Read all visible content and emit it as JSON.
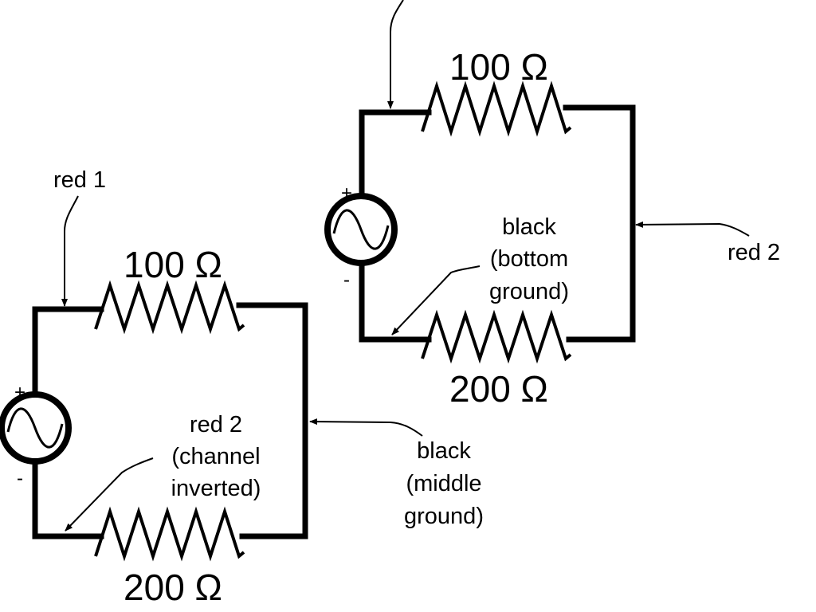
{
  "circuit_right": {
    "top_resistor": "100 Ω",
    "bottom_resistor": "200 Ω",
    "source_plus": "+",
    "source_minus": "-",
    "probe_bottom_ground": [
      "black",
      "(bottom",
      "ground)"
    ],
    "probe_right": "red 2"
  },
  "circuit_left": {
    "top_resistor": "100 Ω",
    "bottom_resistor": "200 Ω",
    "source_plus": "+",
    "source_minus": "-",
    "probe_top": "red 1",
    "probe_inverted": [
      "red 2",
      "(channel",
      "inverted)"
    ],
    "probe_middle_ground": [
      "black",
      "(middle",
      "ground)"
    ]
  }
}
